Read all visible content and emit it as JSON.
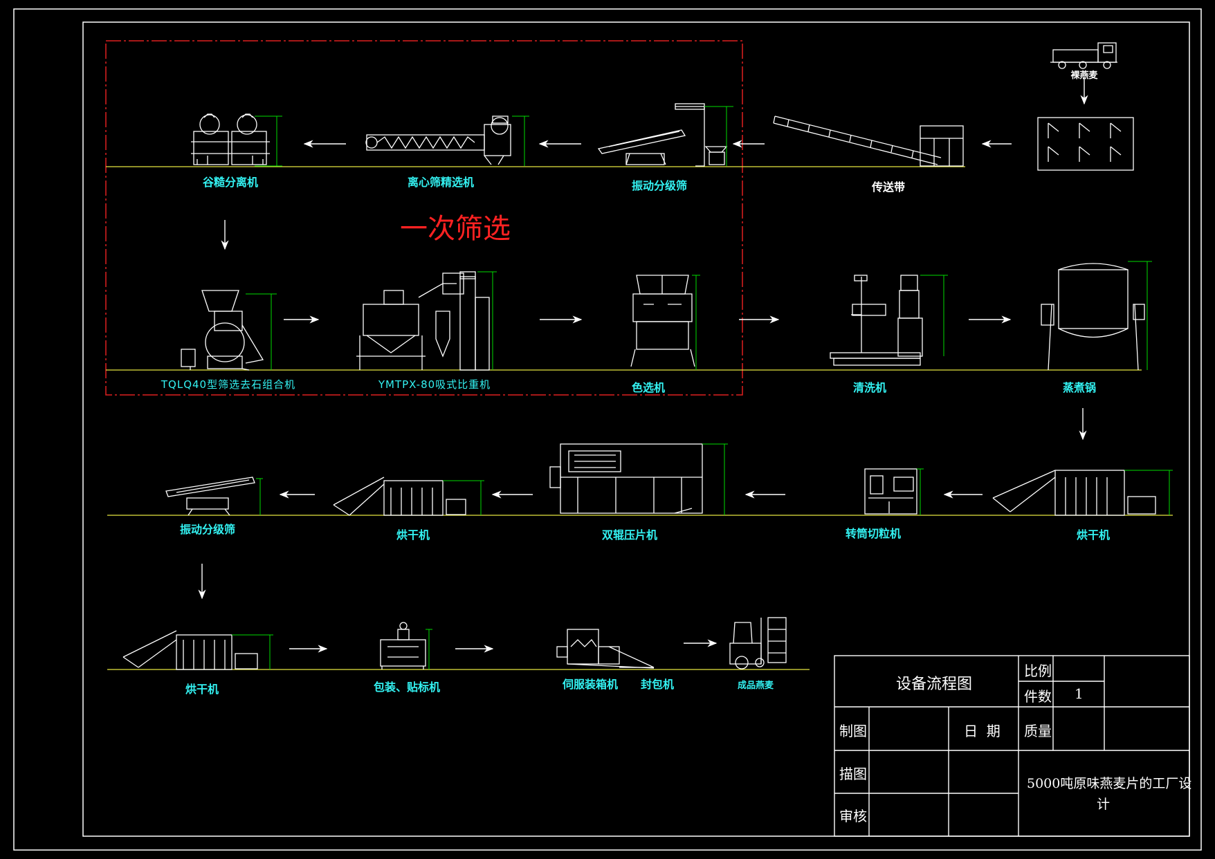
{
  "header": {
    "section_title": "一次筛选"
  },
  "equipment": {
    "r1": [
      "谷糙分离机",
      "离心筛精选机",
      "振动分级筛",
      "传送带",
      "裸燕麦"
    ],
    "r2": [
      "TQLQ40型筛选去石组合机",
      "YMTPX-80吸式比重机",
      "色选机",
      "清洗机",
      "蒸煮锅"
    ],
    "r3": [
      "振动分级筛",
      "烘干机",
      "双辊压片机",
      "转筒切粒机",
      "烘干机"
    ],
    "r4": [
      "烘干机",
      "包装、贴标机",
      "伺服装箱机",
      "封包机",
      "成品燕麦"
    ]
  },
  "title_block": {
    "drawing_name": "设备流程图",
    "scale_label": "比例",
    "count_label": "件数",
    "count_value": "1",
    "drawn_label": "制图",
    "date_label": "日  期",
    "mass_label": "质量",
    "traced_label": "描图",
    "review_label": "审核",
    "project_name_line1": "5000吨原味燕麦片的工厂设",
    "project_name_line2": "计"
  },
  "colors": {
    "background": "#000000",
    "frame": "#ffffff",
    "equipment": "#ffffff",
    "dimension": "#00dd00",
    "ground_line": "#e6e640",
    "process_box": "#e02020",
    "label": "#33f2f2",
    "section_title": "#ff2222"
  }
}
